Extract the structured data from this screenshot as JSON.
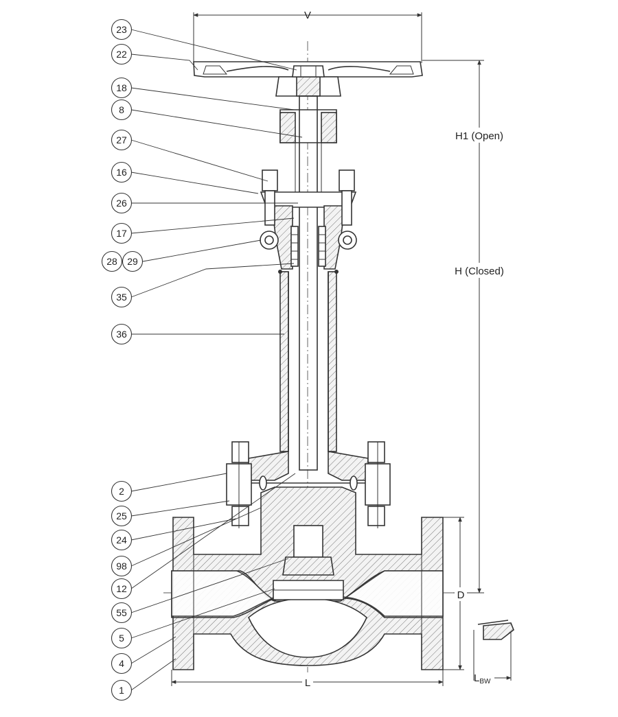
{
  "callouts": [
    "23",
    "22",
    "18",
    "8",
    "27",
    "16",
    "26",
    "17",
    "28",
    "29",
    "35",
    "36",
    "2",
    "25",
    "24",
    "98",
    "12",
    "55",
    "5",
    "4",
    "1"
  ],
  "dimensions": {
    "v": "V",
    "h1": "H1 (Open)",
    "h": "H (Closed)",
    "d": "D",
    "l": "L",
    "lbw_main": "L",
    "lbw_sub": "BW"
  }
}
